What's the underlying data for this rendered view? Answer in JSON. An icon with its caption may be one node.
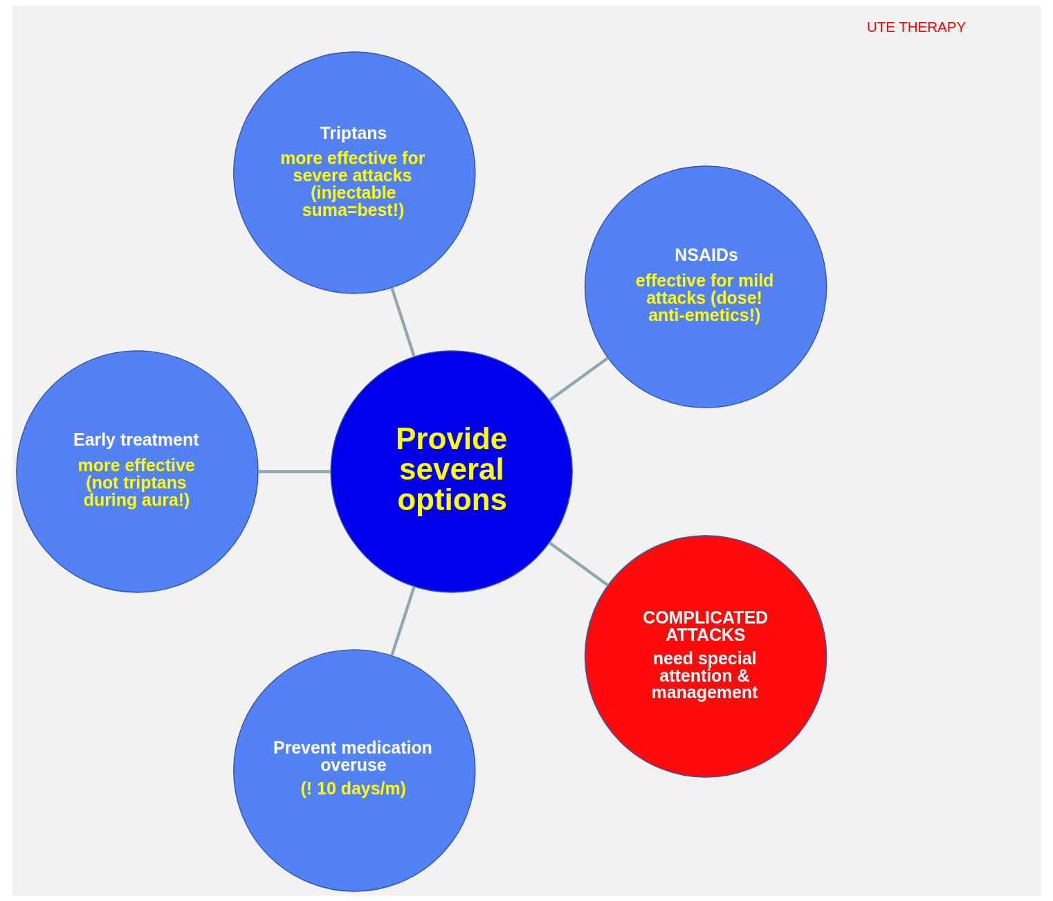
{
  "diagram": {
    "nodes": [
      {
        "text": [
          "Provide several options"
        ]
      },
      {
        "text": [
          "NSAIDs",
          "effective for mild attacks (dose! anti-emetics!)"
        ]
      },
      {
        "text": [
          "Triptans",
          "more effective for severe attacks (injectable suma=best!)"
        ]
      },
      {
        "text": [
          "Early treatment",
          "more effective (not triptans during aura!)"
        ]
      },
      {
        "text": [
          "Prevent medication overuse",
          "(! 10 days/m)"
        ]
      },
      {
        "text": [
          "COMPLICATED ATTACKS",
          "need special attention & management"
        ]
      }
    ],
    "edges": [
      {
        "from": 0,
        "to": 1,
        "arrow": "none"
      },
      {
        "from": 0,
        "to": 2,
        "arrow": "none"
      },
      {
        "from": 0,
        "to": 3,
        "arrow": "none"
      },
      {
        "from": 0,
        "to": 4,
        "arrow": "none"
      },
      {
        "from": 0,
        "to": 5,
        "arrow": "none"
      }
    ],
    "labels": [
      "UTE THERAPY"
    ]
  }
}
